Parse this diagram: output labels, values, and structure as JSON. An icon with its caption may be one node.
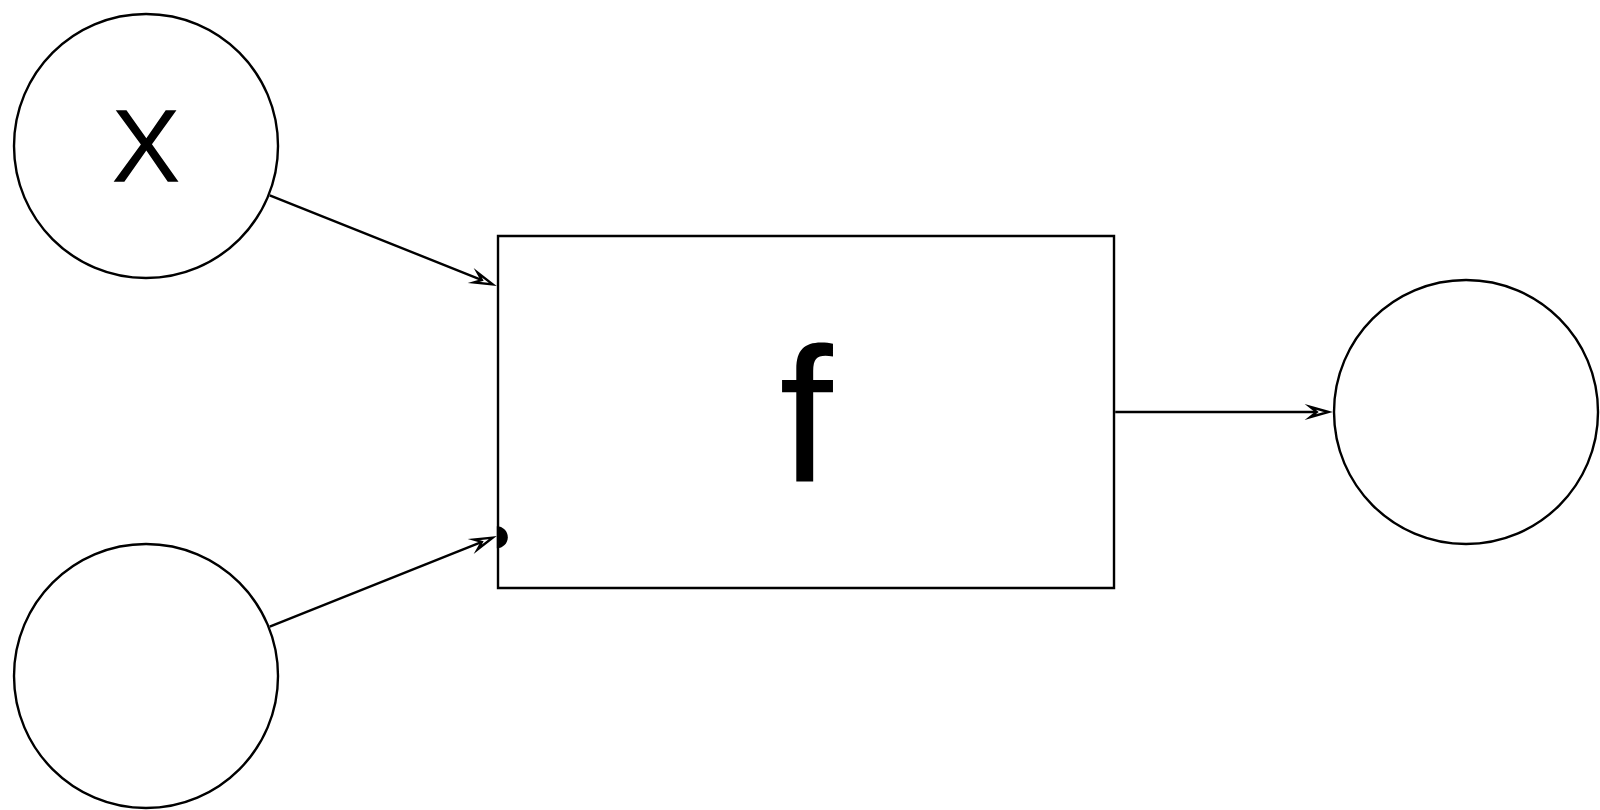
{
  "diagram": {
    "nodes": [
      {
        "text": [
          "X"
        ]
      },
      {
        "text": [
          "f"
        ]
      },
      {
        "text": [],
        "shape": "circle"
      },
      {
        "text": [],
        "shape": "circle"
      }
    ],
    "edges": [
      {
        "from": 0,
        "to": 1,
        "arrow": "to"
      },
      {
        "from": 2,
        "to": 1,
        "arrow": "to"
      },
      {
        "from": 1,
        "to": 3,
        "arrow": "to"
      }
    ]
  }
}
